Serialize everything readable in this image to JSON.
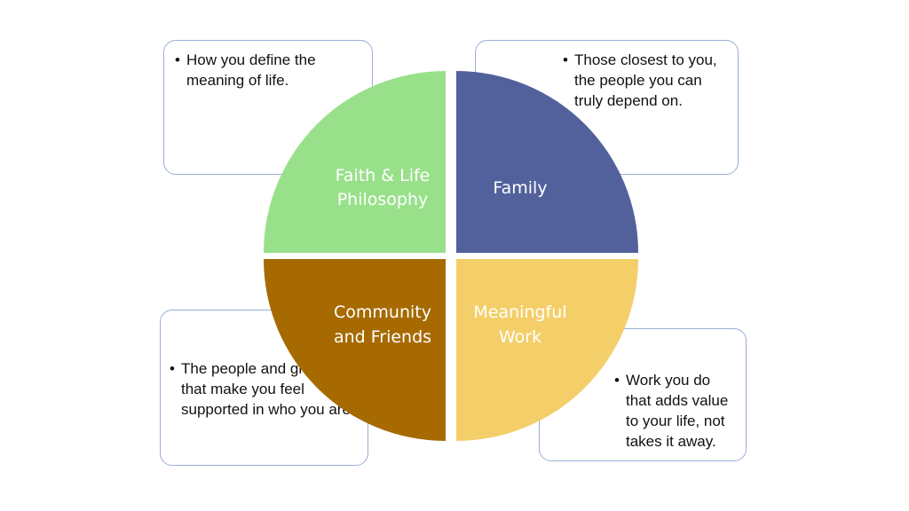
{
  "quadrants": {
    "top_left": {
      "label_line1": "Faith & Life",
      "label_line2": "Philosophy",
      "color": "#99e08a"
    },
    "top_right": {
      "label_line1": "Family",
      "color": "#52619b"
    },
    "bottom_left": {
      "label_line1": "Community",
      "label_line2": "and Friends",
      "color": "#a66a00"
    },
    "bottom_right": {
      "label_line1": "Meaningful",
      "label_line2": "Work",
      "color": "#f4cf69"
    }
  },
  "callouts": {
    "top_left": {
      "text": "How you define the meaning of life."
    },
    "top_right": {
      "text": "Those closest to you, the people you can truly depend on."
    },
    "bottom_left": {
      "text": "The people and groups that make you feel supported in who you are."
    },
    "bottom_right": {
      "text": "Work you do that adds value to your life, not takes it away."
    }
  },
  "colors": {
    "callout_border": "#9aaed6"
  }
}
